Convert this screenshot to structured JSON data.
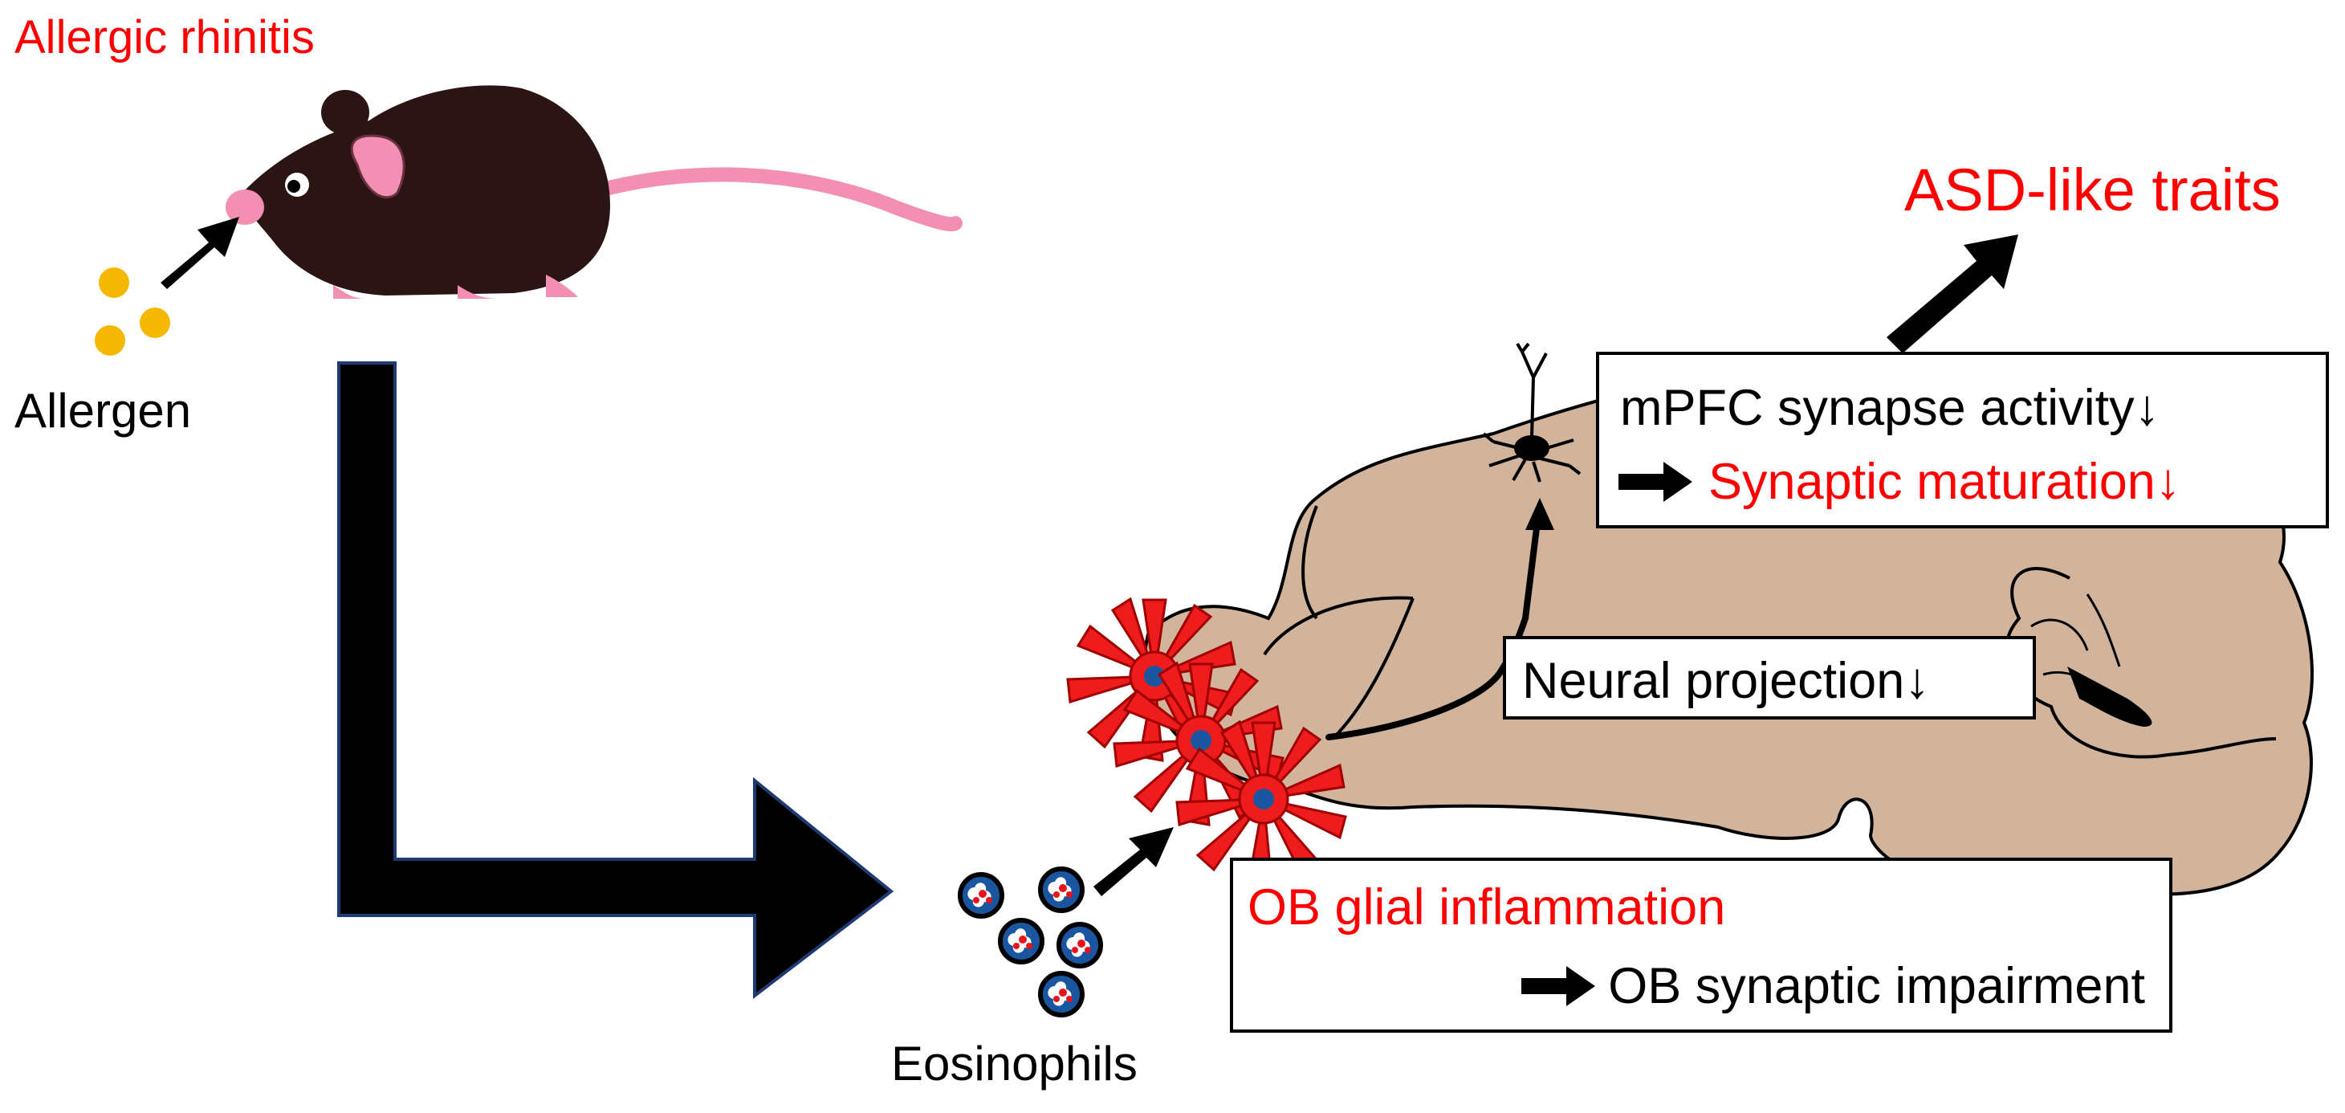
{
  "colors": {
    "accent": "#ff0000",
    "mouse_body": "#2a1414",
    "mouse_pink": "#f48fb4",
    "allergen": "#f5b800",
    "brain": "#d2b49c",
    "astrocyte": "#ee1c1c",
    "nucleus": "#1a56a0",
    "arrow": "#000000",
    "big_arrow_outline": "#1f3a73"
  },
  "icons": [
    "mouse-icon",
    "allergen-particle-icon",
    "eosinophil-icon",
    "astrocyte-icon",
    "neuron-icon",
    "brain-icon"
  ],
  "labels": {
    "allergic_rhinitis": "Allergic rhinitis",
    "allergen": "Allergen",
    "eosinophils": "Eosinophils",
    "asd_traits": "ASD-like traits"
  },
  "mpfc_box": {
    "line1": "mPFC synapse activity↓",
    "line2": "Synaptic maturation↓"
  },
  "projection_box": {
    "text": "Neural projection↓"
  },
  "ob_box": {
    "line1": "OB glial inflammation",
    "line2": "OB synaptic impairment"
  }
}
